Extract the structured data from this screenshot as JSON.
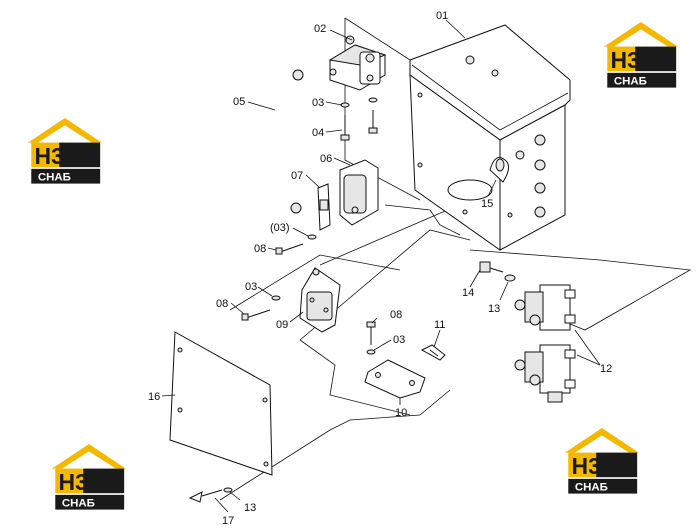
{
  "callouts": {
    "p01": "01",
    "p02": "02",
    "p03a": "03",
    "p03b": "(03)",
    "p03c": "03",
    "p03d": "03",
    "p04": "04",
    "p05": "05",
    "p06": "06",
    "p07": "07",
    "p08a": "08",
    "p08b": "08",
    "p08c": "08",
    "p09": "09",
    "p10": "10",
    "p11": "11",
    "p12": "12",
    "p13a": "13",
    "p13b": "13",
    "p14": "14",
    "p15": "15",
    "p16": "16",
    "p17": "17"
  },
  "watermark": {
    "letters": "H3",
    "word": "СНАБ",
    "colors": {
      "roof": "#f5b800",
      "dark": "#1a1a1a",
      "accent": "#f5b800"
    }
  }
}
